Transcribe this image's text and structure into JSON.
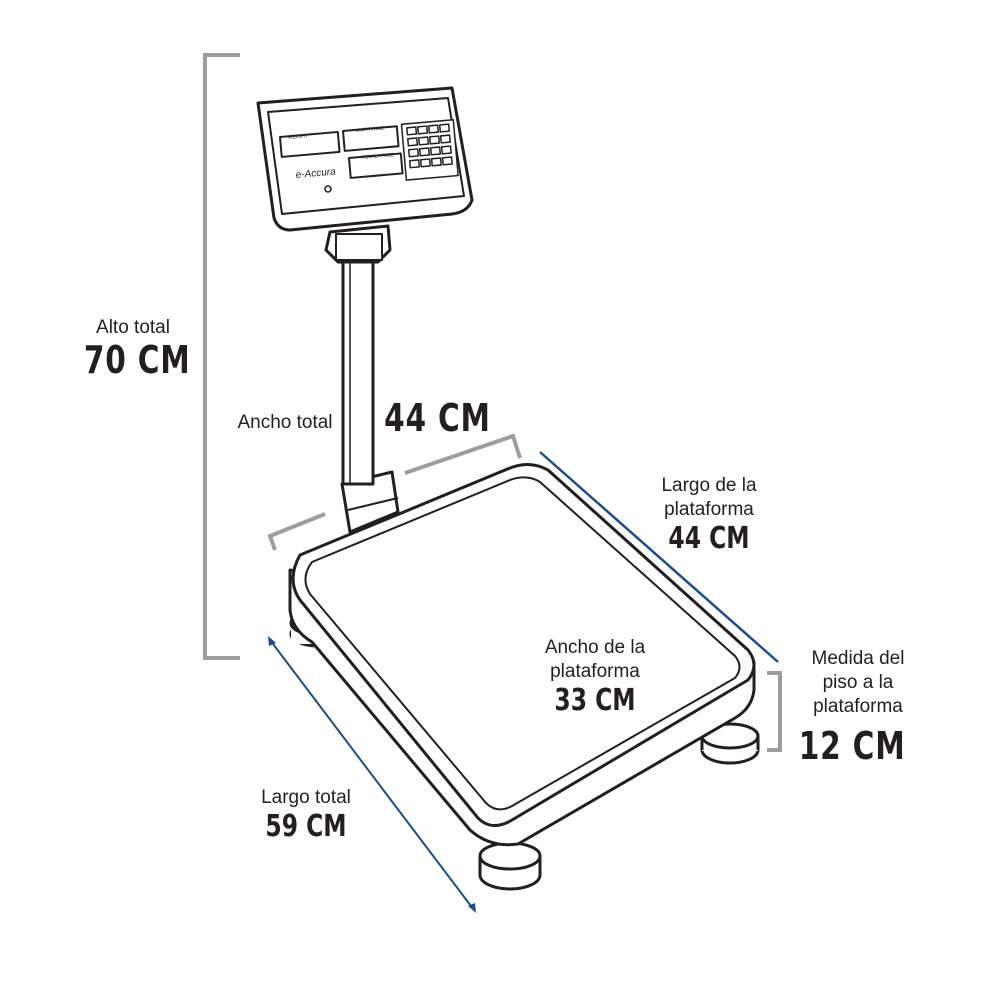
{
  "labels": {
    "alto_total": {
      "title": "Alto total",
      "value": "70 CM"
    },
    "ancho_total": {
      "title": "Ancho total",
      "value": "44 CM"
    },
    "largo_plataforma": {
      "line1": "Largo de la",
      "line2": "plataforma",
      "value": "44 CM"
    },
    "ancho_plataforma": {
      "line1": "Ancho de la",
      "line2": "plataforma",
      "value": "33 CM"
    },
    "piso_plataforma": {
      "line1": "Medida del",
      "line2": "piso a la",
      "line3": "plataforma",
      "value": "12 CM"
    },
    "largo_total": {
      "title": "Largo total",
      "value": "59 CM"
    }
  },
  "display": {
    "weight": "WEIGHT",
    "unit_price": "UNIT PRICE",
    "total_price": "TOTAL PRICE",
    "brand": "e-Accura"
  },
  "colors": {
    "outline": "#231f20",
    "dimension_gray": "#9d9d9c",
    "dimension_blue": "#1d4e89"
  }
}
